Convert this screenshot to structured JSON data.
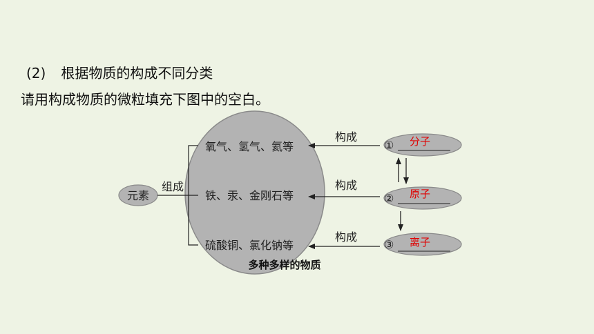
{
  "heading": {
    "number": "(2)",
    "text": "根据物质的构成不同分类"
  },
  "subheading": "请用构成物质的微粒填充下图中的空白。",
  "diagram": {
    "element_label": "元素",
    "compose_label": "组成",
    "circle_label": "多种多样的物质",
    "substances": [
      "氧气、氢气、氦等",
      "铁、汞、金刚石等",
      "硫酸铜、氯化钠等"
    ],
    "constitute_labels": [
      "构成",
      "构成",
      "构成"
    ],
    "particles": [
      {
        "marker": "①",
        "answer": "分子"
      },
      {
        "marker": "②",
        "answer": "原子"
      },
      {
        "marker": "③",
        "answer": "离子"
      }
    ]
  }
}
